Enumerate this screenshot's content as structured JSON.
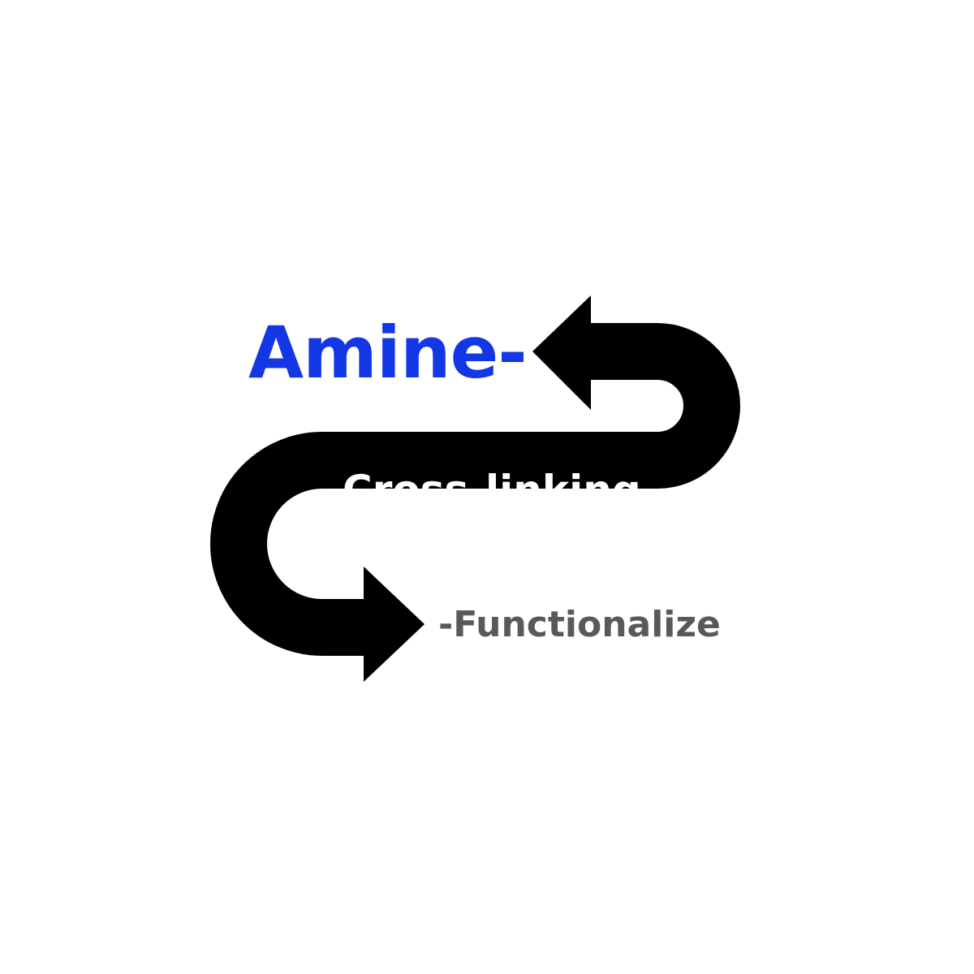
{
  "labels": {
    "amine": "Amine-",
    "crosslinking": "Cross-linking",
    "functionalize": "-Functionalize"
  },
  "colors": {
    "amine": "#1437e6",
    "crosslinking": "#ffffff",
    "functionalize": "#595959",
    "arrow": "#000000",
    "background": "#ffffff"
  },
  "icons": {
    "arrow": "s-shaped-double-arrow-icon"
  }
}
